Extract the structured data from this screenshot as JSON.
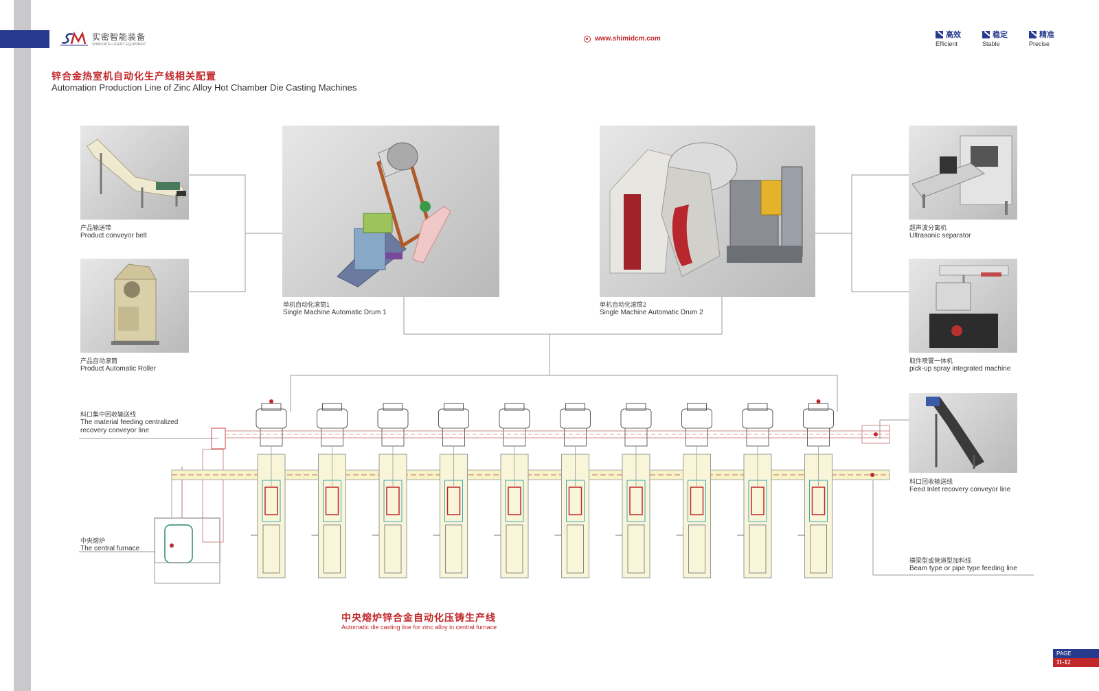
{
  "header": {
    "logo_cn": "实密智能装备",
    "logo_en": "SHIMI INTELLIGENT EQUIPMENT",
    "website": "www.shimidcm.com",
    "features": [
      {
        "cn": "高效",
        "en": "Efficient"
      },
      {
        "cn": "稳定",
        "en": "Stable"
      },
      {
        "cn": "精准",
        "en": "Precise"
      }
    ]
  },
  "title": {
    "cn": "锌合金热室机自动化生产线相关配置",
    "en": "Automation Production Line of Zinc Alloy Hot Chamber Die Casting Machines"
  },
  "items": {
    "conveyor_belt": {
      "cn": "产品输送带",
      "en": "Product conveyor belt"
    },
    "auto_roller": {
      "cn": "产品自动滚筒",
      "en": "Product Automatic Roller"
    },
    "drum1": {
      "cn": "单机自动化滚筒1",
      "en": "Single Machine Automatic Drum 1"
    },
    "drum2": {
      "cn": "单机自动化滚筒2",
      "en": "Single Machine Automatic Drum 2"
    },
    "ultrasonic": {
      "cn": "超声波分离机",
      "en": "Ultrasonic separator"
    },
    "pickup_spray": {
      "cn": "取件喷雾一体机",
      "en": "pick-up spray integrated machine"
    },
    "material_feeding": {
      "cn": "料口集中回收输送线",
      "en1": "The material feeding centralized",
      "en2": "recovery conveyor line"
    },
    "central_furnace": {
      "cn": "中央熔炉",
      "en": "The central furnace"
    },
    "feed_inlet": {
      "cn": "料口回收输送线",
      "en": "Feed Inlet recovery conveyor line"
    },
    "beam_type": {
      "cn": "横梁型或管道型加料线",
      "en": "Beam type or pipe type feeding line"
    }
  },
  "bottom": {
    "cn": "中央熔炉锌合金自动化压铸生产线",
    "en": "Automatic die casting line for zinc alloy in central furnace"
  },
  "page": {
    "label": "PAGE",
    "number": "11-12"
  },
  "colors": {
    "brand_blue": "#283a8e",
    "brand_red": "#c0282c"
  }
}
